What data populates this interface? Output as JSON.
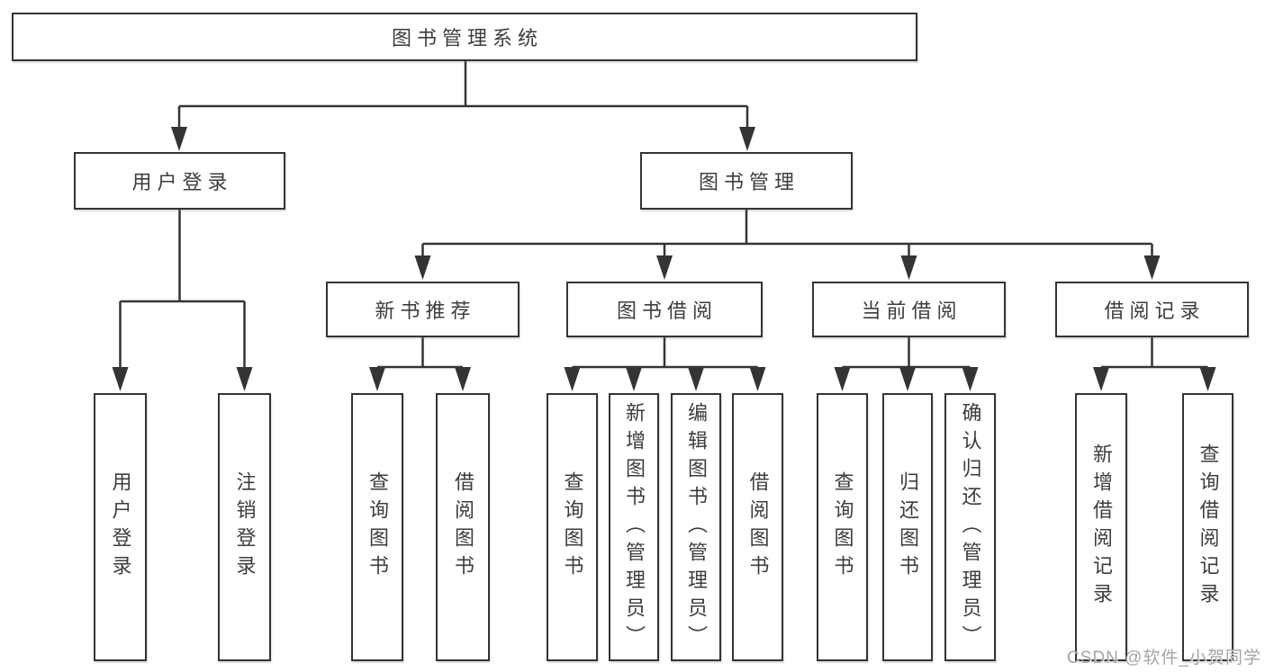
{
  "diagram": {
    "root": {
      "label": "图书管理系统"
    },
    "level2": [
      {
        "label": "用户登录"
      },
      {
        "label": "图书管理"
      }
    ],
    "level3": [
      {
        "label": "新书推荐"
      },
      {
        "label": "图书借阅"
      },
      {
        "label": "当前借阅"
      },
      {
        "label": "借阅记录"
      }
    ],
    "leaves": {
      "user_login": [
        "用户登录",
        "注销登录"
      ],
      "new_books": [
        "查询图书",
        "借阅图书"
      ],
      "book_borrow": [
        "查询图书",
        "新增图书（管理员）",
        "编辑图书（管理员）",
        "借阅图书"
      ],
      "current_borrow": [
        "查询图书",
        "归还图书",
        "确认归还（管理员）"
      ],
      "borrow_records": [
        "新增借阅记录",
        "查询借阅记录"
      ]
    }
  },
  "watermark": {
    "text": "CSDN @软件_小贺同学"
  },
  "colors": {
    "line": "#343434",
    "text": "#3d3d3d",
    "background": "#ffffff",
    "watermark": "#a5a5a5"
  }
}
